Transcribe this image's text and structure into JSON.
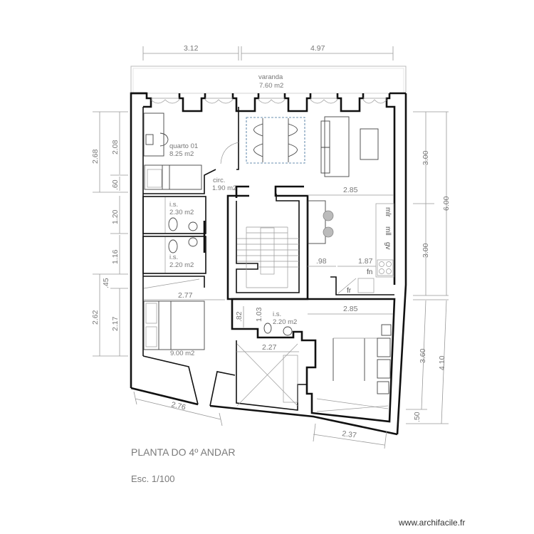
{
  "plan": {
    "title": "PLANTA DO 4º ANDAR",
    "scale": "Esc. 1/100",
    "watermark": "www.archifacile.fr"
  },
  "rooms": {
    "varanda": {
      "name": "varanda",
      "area": "7.60 m2"
    },
    "quarto01": {
      "name": "quarto 01",
      "area": "8.25 m2"
    },
    "circ": {
      "name": "circ.",
      "area": "1.90 m2"
    },
    "is1": {
      "name": "i.s.",
      "area": "2.30 m2"
    },
    "is2": {
      "name": "i.s.",
      "area": "2.20 m2"
    },
    "quarto02": {
      "area": "9.00 m2"
    },
    "is3": {
      "name": "i.s.",
      "area": "2.20 m2"
    }
  },
  "kitchen_labels": {
    "mlr": "mlr",
    "mll": "mll",
    "gv": "gv",
    "fn": "fn",
    "fr": "fr"
  },
  "dimensions": {
    "top_left": "3.12",
    "top_right": "4.97",
    "left_268": "2.68",
    "left_208": "2.08",
    "left_60": ".60",
    "left_120": "1.20",
    "left_116": "1.16",
    "left_45": ".45",
    "left_262": "2.62",
    "left_217": "2.17",
    "right_300a": "3.00",
    "right_300b": "3.00",
    "right_600": "6.00",
    "right_360": "3.60",
    "right_410": "4.10",
    "right_50": ".50",
    "bottom_276": "2.76",
    "bottom_237": "2.37",
    "kitchen_285": "2.85",
    "kitchen_98": ".98",
    "kitchen_187": "1.87",
    "bedroom_277": "2.77",
    "bedroom2_285": "2.85",
    "is3_82": ".82",
    "is3_103": "1.03",
    "hall_227": "2.27"
  }
}
